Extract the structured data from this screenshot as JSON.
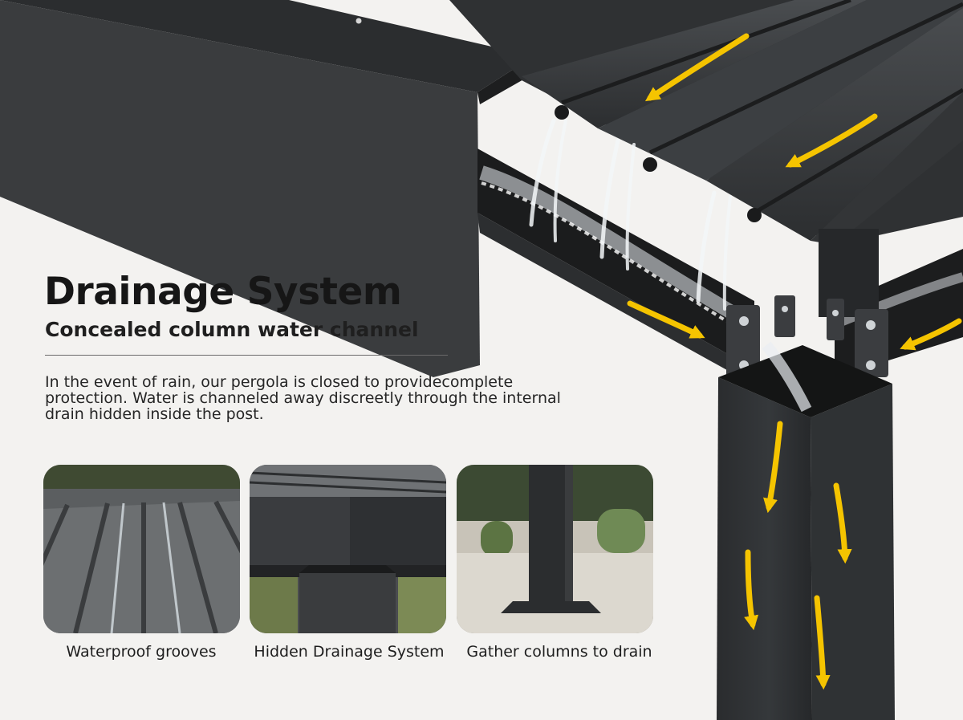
{
  "heading": {
    "title": "Drainage System",
    "subtitle": "Concealed column water channel"
  },
  "description": "In the event of rain, our pergola is closed to providecomplete protection. Water is channeled away discreetly through the internal drain hidden inside the post.",
  "features": [
    {
      "label": "Waterproof grooves",
      "image": "waterproof-grooves-photo"
    },
    {
      "label": "Hidden Drainage System",
      "image": "hidden-drainage-photo"
    },
    {
      "label": "Gather columns to drain",
      "image": "column-base-photo"
    }
  ],
  "colors": {
    "background": "#f3f2f0",
    "aluminum": "#2f3133",
    "arrow": "#f5c400",
    "water": "#e9eef2"
  }
}
